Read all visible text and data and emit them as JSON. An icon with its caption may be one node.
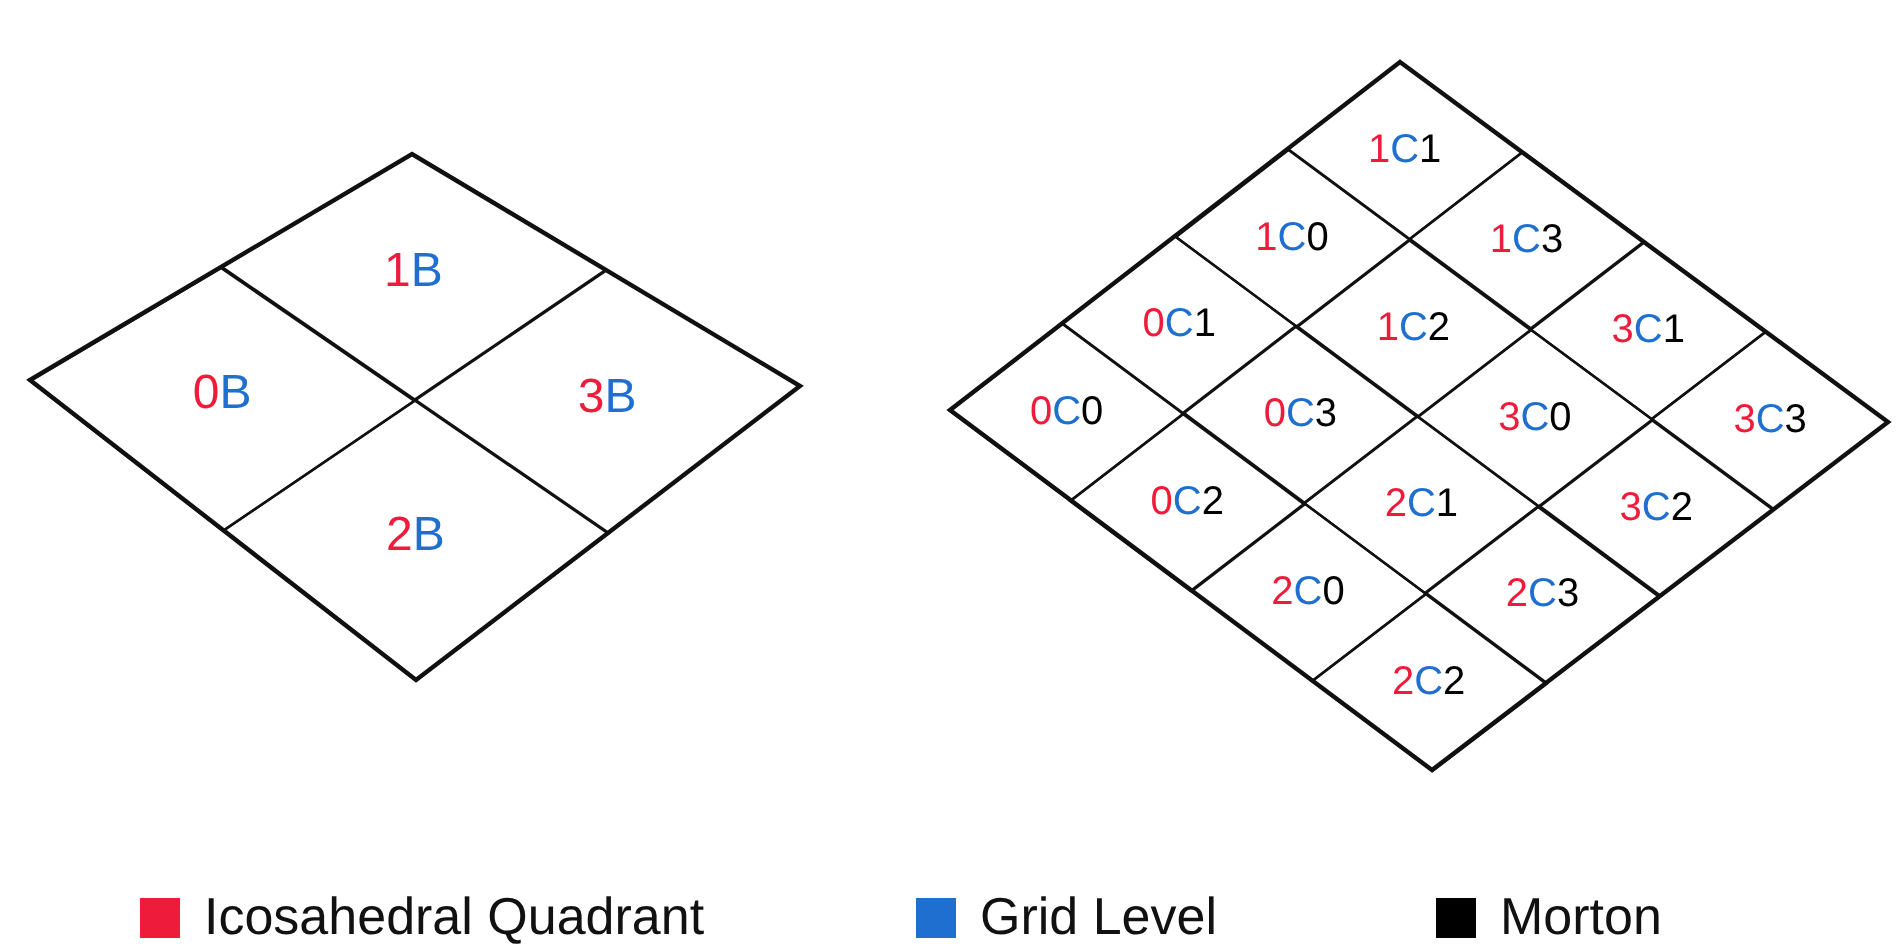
{
  "diagram": {
    "nodes": [
      {
        "text": [],
        "shape": "diamond"
      },
      {
        "text": [
          "1B"
        ],
        "in": 0
      },
      {
        "text": [
          "0B"
        ],
        "in": 0
      },
      {
        "text": [
          "3B"
        ],
        "in": 0
      },
      {
        "text": [
          "2B"
        ],
        "in": 0
      },
      {
        "text": [],
        "shape": "diamond"
      },
      {
        "text": [
          "1C1"
        ],
        "in": 5
      },
      {
        "text": [
          "1C0"
        ],
        "in": 5
      },
      {
        "text": [
          "1C3"
        ],
        "in": 5
      },
      {
        "text": [
          "0C1"
        ],
        "in": 5
      },
      {
        "text": [
          "1C2"
        ],
        "in": 5
      },
      {
        "text": [
          "3C1"
        ],
        "in": 5
      },
      {
        "text": [
          "0C0"
        ],
        "in": 5
      },
      {
        "text": [
          "0C3"
        ],
        "in": 5
      },
      {
        "text": [
          "3C0"
        ],
        "in": 5
      },
      {
        "text": [
          "3C3"
        ],
        "in": 5
      },
      {
        "text": [
          "0C2"
        ],
        "in": 5
      },
      {
        "text": [
          "2C1"
        ],
        "in": 5
      },
      {
        "text": [
          "3C2"
        ],
        "in": 5
      },
      {
        "text": [
          "2C0"
        ],
        "in": 5
      },
      {
        "text": [
          "2C3"
        ],
        "in": 5
      },
      {
        "text": [
          "2C2"
        ],
        "in": 5
      }
    ],
    "legend": [
      {
        "text": "Icosahedral Quadrant",
        "color": "#ee1c3a"
      },
      {
        "text": "Grid Level",
        "color": "#1f6fd0"
      },
      {
        "text": "Morton",
        "color": "#000000"
      }
    ]
  }
}
